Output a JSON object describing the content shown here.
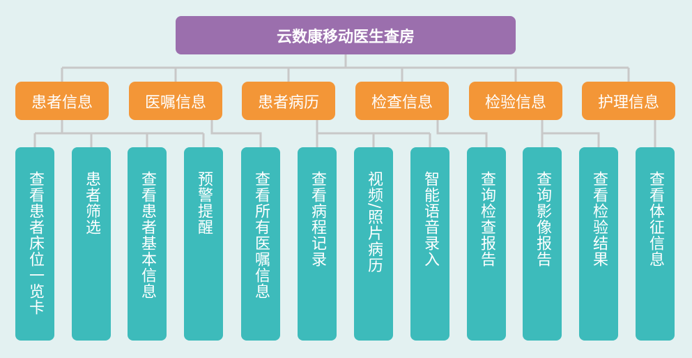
{
  "title": "云数康移动医生查房",
  "categories": [
    {
      "label": "患者信息",
      "children": [
        "查看患者床位一览卡",
        "患者筛选",
        "查看患者基本信息",
        "预警提醒"
      ]
    },
    {
      "label": "医嘱信息",
      "children": [
        "查看所有医嘱信息"
      ]
    },
    {
      "label": "患者病历",
      "children": [
        "查看病程记录",
        "视频/照片病历",
        "智能语音录入"
      ]
    },
    {
      "label": "检查信息",
      "children": [
        "查询检查报告"
      ]
    },
    {
      "label": "检验信息",
      "children": [
        "查询影像报告",
        "查看检验结果"
      ]
    },
    {
      "label": "护理信息",
      "children": [
        "查看体征信息"
      ]
    }
  ],
  "colors": {
    "background": "#e3f1f1",
    "title": "#9b6fad",
    "category": "#f39637",
    "leaf": "#3dbbbb",
    "connector": "#c8c8c8"
  }
}
